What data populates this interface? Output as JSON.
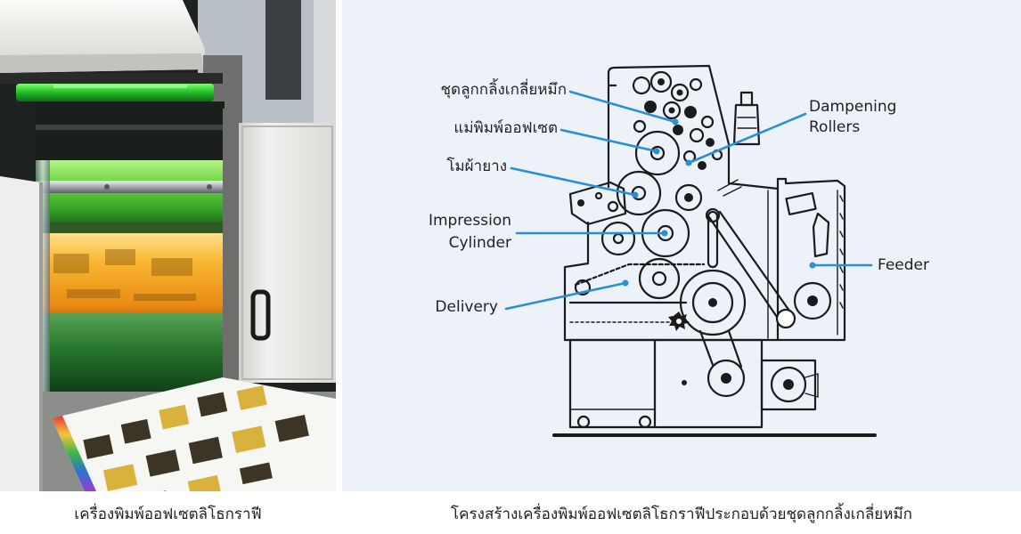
{
  "photo_panel": {
    "caption": "เครื่องพิมพ์ออฟเซตลิโธกราฟี"
  },
  "diagram_panel": {
    "caption": "โครงสร้างเครื่องพิมพ์ออฟเซตลิโธกราฟีประกอบด้วยชุดลูกกลิ้งเกลี่ยหมึก",
    "labels": {
      "ink_rollers": "ชุดลูกกลิ้งเกลี่ยหมึก",
      "plate_cylinder": "แม่พิมพ์ออฟเซต",
      "blanket_cylinder": "โมผ้ายาง",
      "impression_cylinder": [
        "Impression",
        "Cylinder"
      ],
      "delivery": "Delivery",
      "dampening_rollers": [
        "Dampening",
        "Rollers"
      ],
      "feeder": "Feeder"
    }
  },
  "colors": {
    "leader_line": "#2b8fd4",
    "diagram_background": "#edf2f8",
    "drawing_line": "#1b1b1b",
    "text": "#222222"
  }
}
